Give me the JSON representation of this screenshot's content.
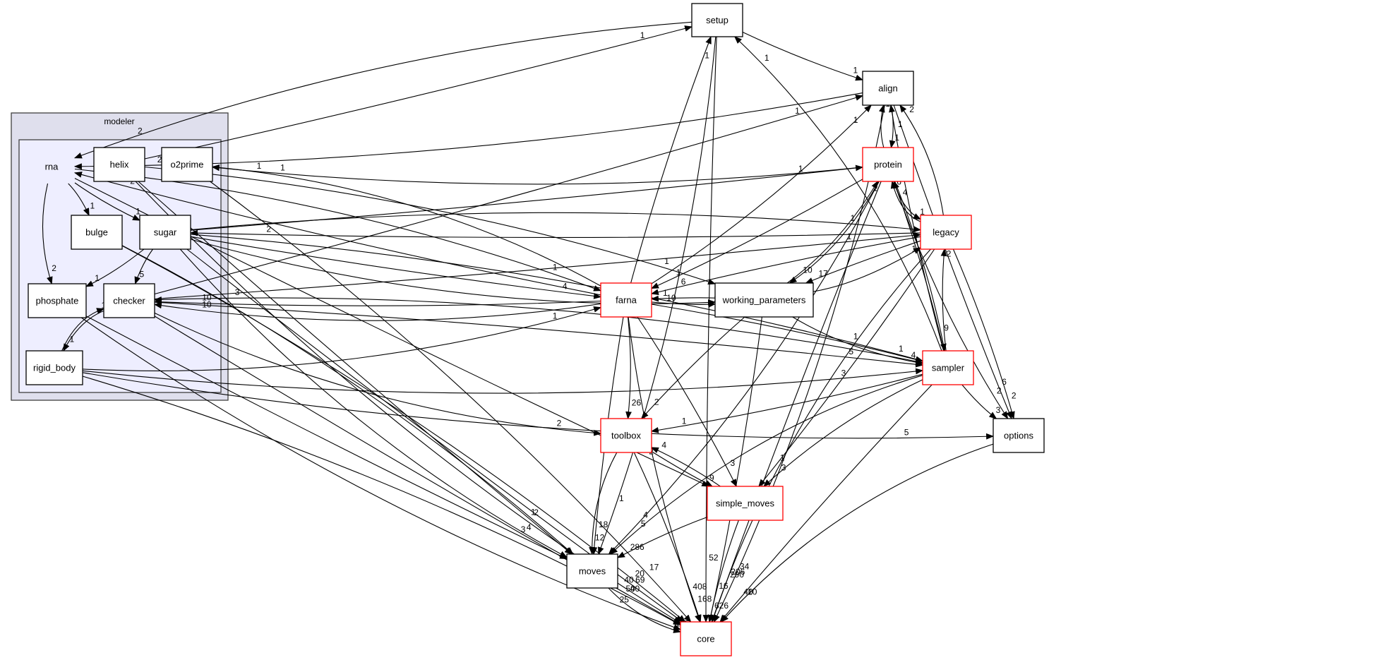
{
  "diagram": {
    "type": "directory-dependency-graph",
    "colors": {
      "background": "#ffffff",
      "cluster_outer_fill": "#dfdfed",
      "cluster_inner_fill": "#eeeeff",
      "cluster_border": "#404040",
      "node_border_default": "#000000",
      "node_border_incomplete": "#ff0000",
      "edge": "#000000"
    },
    "clusters": [
      {
        "id": "modeler",
        "label": "modeler"
      }
    ],
    "nodes": [
      {
        "id": "rna",
        "label": "rna",
        "cluster_parent": true,
        "style": "parent"
      },
      {
        "id": "helix",
        "label": "helix",
        "style": "default"
      },
      {
        "id": "o2prime",
        "label": "o2prime",
        "style": "default"
      },
      {
        "id": "bulge",
        "label": "bulge",
        "style": "default"
      },
      {
        "id": "sugar",
        "label": "sugar",
        "style": "default"
      },
      {
        "id": "phosphate",
        "label": "phosphate",
        "style": "default"
      },
      {
        "id": "checker",
        "label": "checker",
        "style": "default"
      },
      {
        "id": "rigid_body",
        "label": "rigid_body",
        "style": "default"
      },
      {
        "id": "setup",
        "label": "setup",
        "style": "default"
      },
      {
        "id": "align",
        "label": "align",
        "style": "default"
      },
      {
        "id": "protein",
        "label": "protein",
        "style": "incomplete"
      },
      {
        "id": "legacy",
        "label": "legacy",
        "style": "incomplete"
      },
      {
        "id": "farna",
        "label": "farna",
        "style": "incomplete"
      },
      {
        "id": "working_parameters",
        "label": "working_parameters",
        "style": "default"
      },
      {
        "id": "sampler",
        "label": "sampler",
        "style": "incomplete"
      },
      {
        "id": "options",
        "label": "options",
        "style": "default"
      },
      {
        "id": "toolbox",
        "label": "toolbox",
        "style": "incomplete"
      },
      {
        "id": "simple_moves",
        "label": "simple_moves",
        "style": "incomplete"
      },
      {
        "id": "moves",
        "label": "moves",
        "style": "default"
      },
      {
        "id": "core",
        "label": "core",
        "style": "incomplete"
      }
    ],
    "edges": [
      {
        "from": "rna",
        "to": "bulge",
        "label": "1"
      },
      {
        "from": "rna",
        "to": "sugar",
        "label": "1"
      },
      {
        "from": "rna",
        "to": "phosphate",
        "label": "2"
      },
      {
        "from": "sugar",
        "to": "phosphate",
        "label": "1"
      },
      {
        "from": "sugar",
        "to": "checker",
        "label": "5"
      },
      {
        "from": "checker",
        "to": "rigid_body",
        "label": "1"
      },
      {
        "from": "rigid_body",
        "to": "checker",
        "label": "1"
      },
      {
        "from": "helix",
        "to": "setup",
        "label": "1"
      },
      {
        "from": "setup",
        "to": "rna",
        "label": "2"
      },
      {
        "from": "align",
        "to": "rna",
        "label": "2"
      },
      {
        "from": "setup",
        "to": "align",
        "label": "1"
      },
      {
        "from": "sampler",
        "to": "setup",
        "label": "1"
      },
      {
        "from": "farna",
        "to": "setup",
        "label": "1"
      },
      {
        "from": "checker",
        "to": "align",
        "label": "1"
      },
      {
        "from": "farna",
        "to": "align",
        "label": "1"
      },
      {
        "from": "align",
        "to": "protein",
        "label": "1"
      },
      {
        "from": "protein",
        "to": "align",
        "label": "1"
      },
      {
        "from": "legacy",
        "to": "align",
        "label": "2"
      },
      {
        "from": "sampler",
        "to": "align",
        "label": "1"
      },
      {
        "from": "sugar",
        "to": "protein",
        "label": "1"
      },
      {
        "from": "protein",
        "to": "legacy",
        "label": "1"
      },
      {
        "from": "legacy",
        "to": "protein",
        "label": "6"
      },
      {
        "from": "sampler",
        "to": "protein",
        "label": "4"
      },
      {
        "from": "working_parameters",
        "to": "protein",
        "label": "1"
      },
      {
        "from": "sugar",
        "to": "legacy",
        "label": "1"
      },
      {
        "from": "checker",
        "to": "legacy",
        "label": "1"
      },
      {
        "from": "working_parameters",
        "to": "legacy",
        "label": "1"
      },
      {
        "from": "sampler",
        "to": "legacy",
        "label": "2"
      },
      {
        "from": "legacy",
        "to": "sugar",
        "label": "2"
      },
      {
        "from": "legacy",
        "to": "working_parameters",
        "label": "17"
      },
      {
        "from": "protein",
        "to": "working_parameters",
        "label": "10"
      },
      {
        "from": "farna",
        "to": "working_parameters",
        "label": "1"
      },
      {
        "from": "sugar",
        "to": "working_parameters",
        "label": "10"
      },
      {
        "from": "helix",
        "to": "working_parameters",
        "label": "1"
      },
      {
        "from": "legacy",
        "to": "farna",
        "label": "6"
      },
      {
        "from": "working_parameters",
        "to": "farna",
        "label": "1"
      },
      {
        "from": "rna",
        "to": "farna",
        "label": "1"
      },
      {
        "from": "sugar",
        "to": "farna",
        "label": "4"
      },
      {
        "from": "rigid_body",
        "to": "farna",
        "label": "1"
      },
      {
        "from": "protein",
        "to": "farna",
        "label": "1"
      },
      {
        "from": "farna",
        "to": "rna",
        "label": "2"
      },
      {
        "from": "farna",
        "to": "o2prime",
        "label": "1"
      },
      {
        "from": "farna",
        "to": "checker",
        "label": "10"
      },
      {
        "from": "farna",
        "to": "checker",
        "label": "10"
      },
      {
        "from": "sampler",
        "to": "checker",
        "label": "3"
      },
      {
        "from": "protein",
        "to": "o2prime",
        "label": "1"
      },
      {
        "from": "protein",
        "to": "sampler",
        "label": "9"
      },
      {
        "from": "working_parameters",
        "to": "sampler",
        "label": "4"
      },
      {
        "from": "sugar",
        "to": "sampler",
        "label": "1"
      },
      {
        "from": "checker",
        "to": "sampler",
        "label": "5"
      },
      {
        "from": "rigid_body",
        "to": "sampler",
        "label": "3"
      },
      {
        "from": "farna",
        "to": "sampler",
        "label": "1"
      },
      {
        "from": "sampler",
        "to": "options",
        "label": "3"
      },
      {
        "from": "protein",
        "to": "options",
        "label": "2"
      },
      {
        "from": "legacy",
        "to": "options",
        "label": "2"
      },
      {
        "from": "align",
        "to": "options",
        "label": "6"
      },
      {
        "from": "rigid_body",
        "to": "options",
        "label": "5"
      },
      {
        "from": "farna",
        "to": "toolbox",
        "label": "26"
      },
      {
        "from": "working_parameters",
        "to": "toolbox",
        "label": "2"
      },
      {
        "from": "checker",
        "to": "toolbox",
        "label": "2"
      },
      {
        "from": "sampler",
        "to": "toolbox",
        "label": "1"
      },
      {
        "from": "simple_moves",
        "to": "toolbox",
        "label": "4"
      },
      {
        "from": "toolbox",
        "to": "simple_moves",
        "label": "9"
      },
      {
        "from": "farna",
        "to": "simple_moves",
        "label": "3"
      },
      {
        "from": "rna",
        "to": "simple_moves",
        "label": "2"
      },
      {
        "from": "sampler",
        "to": "simple_moves",
        "label": "3"
      },
      {
        "from": "legacy",
        "to": "simple_moves",
        "label": "1"
      },
      {
        "from": "farna",
        "to": "moves",
        "label": "18"
      },
      {
        "from": "toolbox",
        "to": "moves",
        "label": "12"
      },
      {
        "from": "setup",
        "to": "moves",
        "label": "1"
      },
      {
        "from": "simple_moves",
        "to": "moves",
        "label": "286"
      },
      {
        "from": "sampler",
        "to": "moves",
        "label": "5"
      },
      {
        "from": "protein",
        "to": "moves",
        "label": "4"
      },
      {
        "from": "helix",
        "to": "moves",
        "label": "1"
      },
      {
        "from": "sugar",
        "to": "moves",
        "label": "4"
      },
      {
        "from": "bulge",
        "to": "moves",
        "label": "2"
      },
      {
        "from": "phosphate",
        "to": "moves",
        "label": "3"
      },
      {
        "from": "moves",
        "to": "core",
        "label": "135"
      },
      {
        "from": "toolbox",
        "to": "core",
        "label": "168"
      },
      {
        "from": "simple_moves",
        "to": "core",
        "label": "626"
      },
      {
        "from": "farna",
        "to": "core",
        "label": "408"
      },
      {
        "from": "rigid_body",
        "to": "core",
        "label": "50"
      },
      {
        "from": "checker",
        "to": "core",
        "label": "40"
      },
      {
        "from": "phosphate",
        "to": "core",
        "label": "25"
      },
      {
        "from": "bulge",
        "to": "core",
        "label": "20"
      },
      {
        "from": "sugar",
        "to": "core",
        "label": "69"
      },
      {
        "from": "helix",
        "to": "core",
        "label": "40"
      },
      {
        "from": "o2prime",
        "to": "core",
        "label": "17"
      },
      {
        "from": "sampler",
        "to": "core",
        "label": "40"
      },
      {
        "from": "options",
        "to": "core",
        "label": "10"
      },
      {
        "from": "working_parameters",
        "to": "core",
        "label": "16"
      },
      {
        "from": "protein",
        "to": "core",
        "label": "206"
      },
      {
        "from": "legacy",
        "to": "core",
        "label": "290"
      },
      {
        "from": "align",
        "to": "core",
        "label": "34"
      },
      {
        "from": "setup",
        "to": "core",
        "label": "52"
      }
    ]
  }
}
